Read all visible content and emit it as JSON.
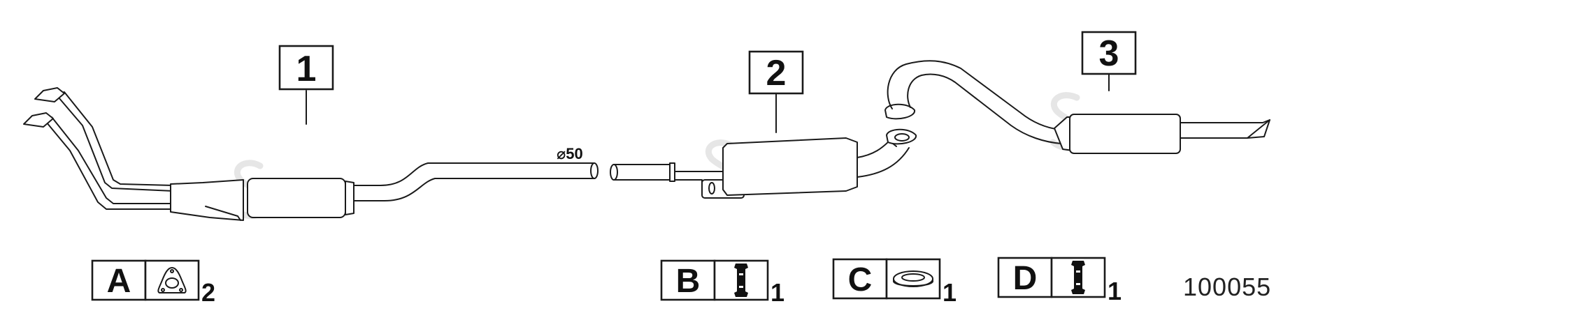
{
  "parts": [
    {
      "number": "1"
    },
    {
      "number": "2"
    },
    {
      "number": "3"
    }
  ],
  "pipe_diameter": "⌀50",
  "accessories": [
    {
      "letter": "A",
      "icon": "flange-gasket-icon",
      "quantity": "2"
    },
    {
      "letter": "B",
      "icon": "clamp-icon",
      "quantity": "1"
    },
    {
      "letter": "C",
      "icon": "ring-gasket-icon",
      "quantity": "1"
    },
    {
      "letter": "D",
      "icon": "clamp-icon",
      "quantity": "1"
    }
  ],
  "reference_number": "100055"
}
